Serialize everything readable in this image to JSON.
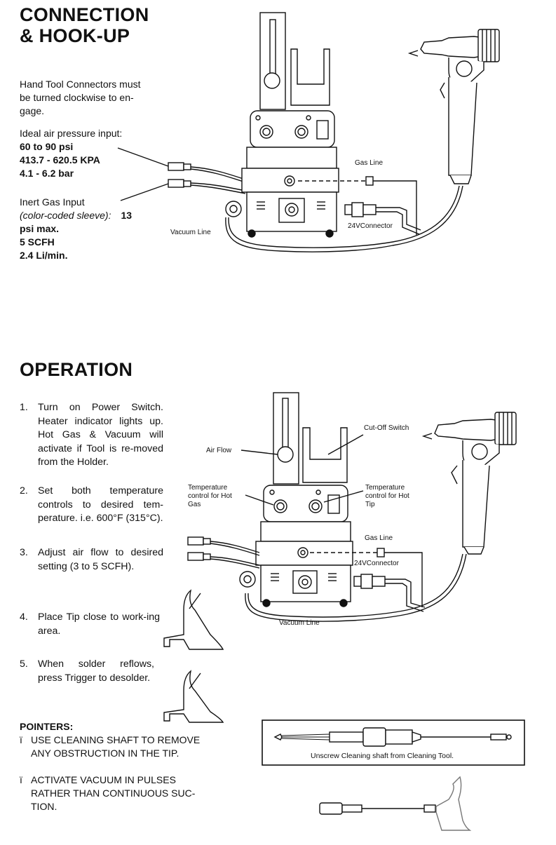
{
  "section1": {
    "title_line1": "CONNECTION",
    "title_line2": "& HOOK-UP",
    "hand_tool_l1": "Hand Tool Connectors must",
    "hand_tool_l2": "be turned clockwise to en-",
    "hand_tool_l3": "gage.",
    "air_heading": "Ideal air pressure input:",
    "air_psi": "60 to 90 psi",
    "air_kpa": "413.7 - 620.5 KPA",
    "air_bar": "4.1 - 6.2 bar",
    "gas_heading": "Inert Gas Input",
    "gas_sleeve": "(color-coded sleeve):",
    "gas_13": "13",
    "gas_psi": "psi max.",
    "gas_scfh": "5 SCFH",
    "gas_li": "2.4 Li/min."
  },
  "diagram1": {
    "gas_line": "Gas Line",
    "connector_24v": "24VConnector",
    "vacuum_line": "Vacuum Line"
  },
  "section2": {
    "title": "OPERATION",
    "steps": [
      {
        "num": "1.",
        "text": "Turn on Power Switch. Heater indicator lights up. Hot Gas & Vacuum will activate if Tool is re-moved from the Holder."
      },
      {
        "num": "2.",
        "text": "Set both temperature controls to desired tem-perature. i.e. 600°F (315°C)."
      },
      {
        "num": "3.",
        "text": "Adjust air flow to desired setting (3 to 5 SCFH)."
      },
      {
        "num": "4.",
        "text": "Place Tip close to work-ing area."
      },
      {
        "num": "5.",
        "text": "When solder reflows, press Trigger to desolder."
      }
    ]
  },
  "diagram2": {
    "air_flow": "Air Flow",
    "cut_off_switch": "Cut-Off Switch",
    "temp_hot_gas_l1": "Temperature",
    "temp_hot_gas_l2": "control for Hot",
    "temp_hot_gas_l3": "Gas",
    "temp_hot_tip_l1": "Temperature",
    "temp_hot_tip_l2": "control for Hot",
    "temp_hot_tip_l3": "Tip",
    "gas_line": "Gas Line",
    "connector_24v": "24VConnector",
    "vacuum_line": "Vacuum Line"
  },
  "pointers": {
    "heading": "POINTERS:",
    "bullet": "ï",
    "p1_l1": "USE CLEANING SHAFT TO REMOVE",
    "p1_l2": "ANY OBSTRUCTION IN THE TIP.",
    "p2_l1": "ACTIVATE VACUUM IN PULSES",
    "p2_l2": "RATHER THAN CONTINUOUS SUC-",
    "p2_l3": "TION.",
    "box_caption": "Unscrew Cleaning shaft from Cleaning Tool."
  }
}
